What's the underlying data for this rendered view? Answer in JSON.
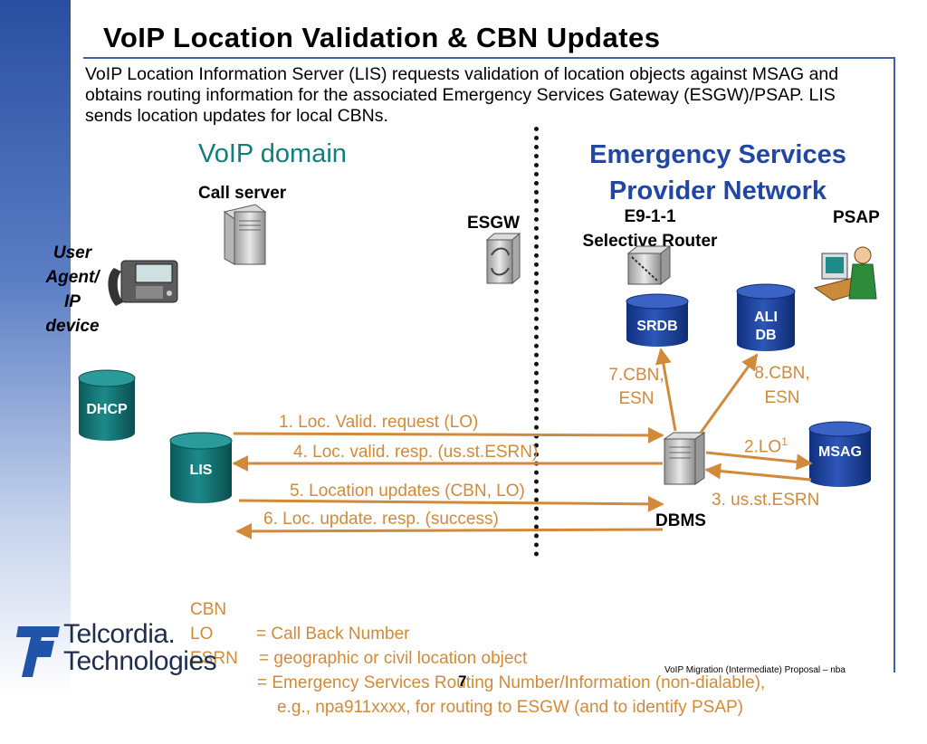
{
  "slide": {
    "title": "VoIP Location Validation & CBN Updates",
    "intro": "VoIP Location Information Server (LIS) requests validation of location objects against MSAG and obtains routing information for the associated Emergency Services Gateway (ESGW)/PSAP.  LIS sends location updates for local CBNs.",
    "page_number": "7",
    "footer_note": "VoIP Migration (Intermediate) Proposal  – nba"
  },
  "domains": {
    "voip": "VoIP domain",
    "esp_line1": "Emergency Services",
    "esp_line2": "Provider Network"
  },
  "labels": {
    "call_server": "Call server",
    "esgw": "ESGW",
    "router_line1": "E9-1-1",
    "router_line2": "Selective Router",
    "psap": "PSAP",
    "ua_line1": "User",
    "ua_line2": "Agent/",
    "ua_line3": "IP",
    "ua_line4": "device",
    "dbms": "DBMS"
  },
  "databases": {
    "dhcp": "DHCP",
    "lis": "LIS",
    "srdb": "SRDB",
    "ali_line1": "ALI",
    "ali_line2": "DB",
    "msag": "MSAG"
  },
  "messages": {
    "m1": "1. Loc. Valid. request (LO)",
    "m4": "4. Loc. valid. resp. (us.st.ESRN)",
    "m5": "5. Location updates (CBN, LO)",
    "m6": "6. Loc. update. resp. (success)",
    "m2_text": "2.LO",
    "m2_sup": "1",
    "m3": "3. us.st.ESRN",
    "m7_line1": "7.CBN,",
    "m7_line2": "ESN",
    "m8_line1": "8.CBN,",
    "m8_line2": "ESN"
  },
  "legend": [
    {
      "term": "CBN",
      "def": "= Call Back Number"
    },
    {
      "term": "LO",
      "def": "= geographic or civil location object"
    },
    {
      "term": "ESRN",
      "def": "= Emergency Services Routing Number/Information (non-dialable),"
    },
    {
      "term": "",
      "def": "e.g., npa911xxxx, for routing to ESGW (and to identify PSAP)"
    }
  ],
  "logo": {
    "line1": "Telcordia.",
    "line2": "Technologies"
  },
  "colors": {
    "title_rule": "#3f5fae",
    "voip_domain": "#0d7f7d",
    "esp_domain": "#1f47a3",
    "message_text": "#d08a3a",
    "teal_db": "#0f6b6b",
    "blue_db": "#1a3f9a"
  }
}
